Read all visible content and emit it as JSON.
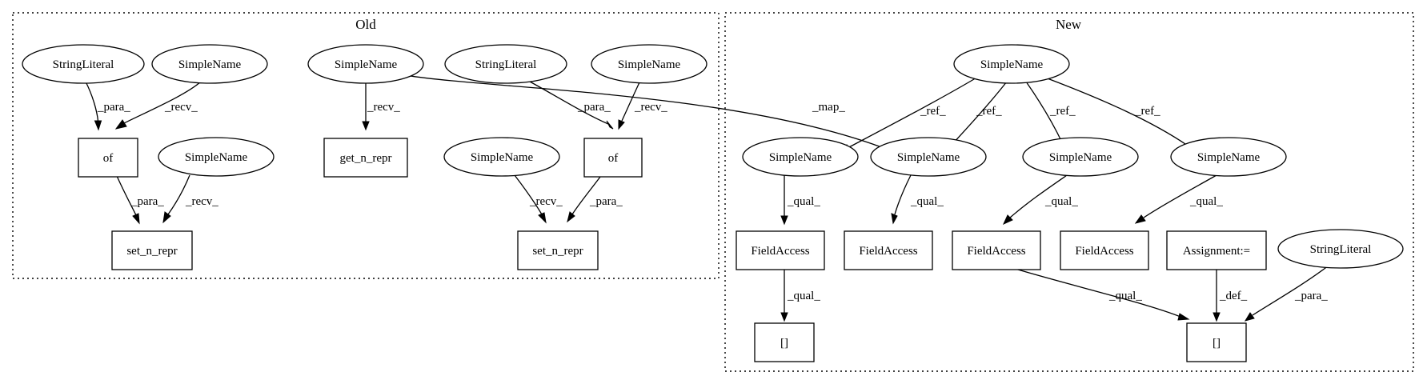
{
  "clusters": {
    "old": {
      "label": "Old"
    },
    "new": {
      "label": "New"
    }
  },
  "nodes": {
    "o_str1": {
      "label": "StringLiteral",
      "shape": "ellipse"
    },
    "o_sn1": {
      "label": "SimpleName",
      "shape": "ellipse"
    },
    "o_sn_get": {
      "label": "SimpleName",
      "shape": "ellipse"
    },
    "o_str2": {
      "label": "StringLiteral",
      "shape": "ellipse"
    },
    "o_sn3": {
      "label": "SimpleName",
      "shape": "ellipse"
    },
    "o_of1": {
      "label": "of",
      "shape": "box"
    },
    "o_sn2": {
      "label": "SimpleName",
      "shape": "ellipse"
    },
    "o_get": {
      "label": "get_n_repr",
      "shape": "box"
    },
    "o_sn4": {
      "label": "SimpleName",
      "shape": "ellipse"
    },
    "o_of2": {
      "label": "of",
      "shape": "box"
    },
    "o_set1": {
      "label": "set_n_repr",
      "shape": "box"
    },
    "o_set2": {
      "label": "set_n_repr",
      "shape": "box"
    },
    "n_sn_top": {
      "label": "SimpleName",
      "shape": "ellipse"
    },
    "n_sn_a": {
      "label": "SimpleName",
      "shape": "ellipse"
    },
    "n_sn_b": {
      "label": "SimpleName",
      "shape": "ellipse"
    },
    "n_sn_c": {
      "label": "SimpleName",
      "shape": "ellipse"
    },
    "n_sn_d": {
      "label": "SimpleName",
      "shape": "ellipse"
    },
    "n_fa_a": {
      "label": "FieldAccess",
      "shape": "box"
    },
    "n_fa_b": {
      "label": "FieldAccess",
      "shape": "box"
    },
    "n_fa_c": {
      "label": "FieldAccess",
      "shape": "box"
    },
    "n_fa_d": {
      "label": "FieldAccess",
      "shape": "box"
    },
    "n_assign": {
      "label": "Assignment:=",
      "shape": "box"
    },
    "n_str": {
      "label": "StringLiteral",
      "shape": "ellipse"
    },
    "n_idx1": {
      "label": "[]",
      "shape": "box"
    },
    "n_idx2": {
      "label": "[]",
      "shape": "box"
    }
  },
  "edges": [
    {
      "from": "o_str1",
      "to": "o_of1",
      "label": "_para_"
    },
    {
      "from": "o_sn1",
      "to": "o_of1",
      "label": "_recv_"
    },
    {
      "from": "o_of1",
      "to": "o_set1",
      "label": "_para_"
    },
    {
      "from": "o_sn2",
      "to": "o_set1",
      "label": "_recv_"
    },
    {
      "from": "o_sn_get",
      "to": "o_get",
      "label": "_recv_"
    },
    {
      "from": "o_sn_get",
      "to": "n_sn_b",
      "label": "_map_"
    },
    {
      "from": "o_str2",
      "to": "o_of2",
      "label": "_para_"
    },
    {
      "from": "o_sn3",
      "to": "o_of2",
      "label": "_recv_"
    },
    {
      "from": "o_sn4",
      "to": "o_set2",
      "label": "_recv_"
    },
    {
      "from": "o_of2",
      "to": "o_set2",
      "label": "_para_"
    },
    {
      "from": "n_sn_top",
      "to": "n_sn_a",
      "label": "_ref_"
    },
    {
      "from": "n_sn_top",
      "to": "n_sn_b",
      "label": "_ref_"
    },
    {
      "from": "n_sn_top",
      "to": "n_sn_c",
      "label": "_ref_"
    },
    {
      "from": "n_sn_top",
      "to": "n_sn_d",
      "label": "_ref_"
    },
    {
      "from": "n_sn_a",
      "to": "n_fa_a",
      "label": "_qual_"
    },
    {
      "from": "n_sn_b",
      "to": "n_fa_b",
      "label": "_qual_"
    },
    {
      "from": "n_sn_c",
      "to": "n_fa_c",
      "label": "_qual_"
    },
    {
      "from": "n_sn_d",
      "to": "n_fa_d",
      "label": "_qual_"
    },
    {
      "from": "n_fa_a",
      "to": "n_idx1",
      "label": "_qual_"
    },
    {
      "from": "n_fa_c",
      "to": "n_idx2",
      "label": "_qual_"
    },
    {
      "from": "n_assign",
      "to": "n_idx2",
      "label": "_def_"
    },
    {
      "from": "n_str",
      "to": "n_idx2",
      "label": "_para_"
    }
  ]
}
